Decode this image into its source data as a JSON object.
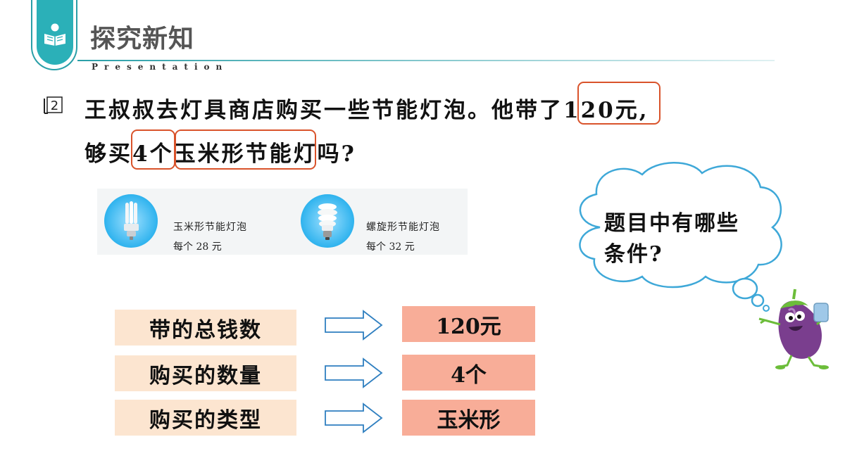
{
  "header": {
    "title": "探究新知",
    "subtitle": "Presentation"
  },
  "problem": {
    "number": "2",
    "line1": "王叔叔去灯具商店购买一些节能灯泡。他带了120元,",
    "line2": "够买4个玉米形节能灯吗?"
  },
  "products": [
    {
      "name": "玉米形节能灯泡",
      "price": "每个 28 元"
    },
    {
      "name": "螺旋形节能灯泡",
      "price": "每个 32 元"
    }
  ],
  "thought_bubble": {
    "text": "题目中有哪些条件?"
  },
  "conditions": [
    {
      "label": "带的总钱数",
      "value": "120元"
    },
    {
      "label": "购买的数量",
      "value": "4个"
    },
    {
      "label": "购买的类型",
      "value": "玉米形"
    }
  ],
  "colors": {
    "accent_teal": "#2bb0b8",
    "highlight_border": "#d9532b",
    "label_bg": "#fce5d0",
    "value_bg": "#f8ad98",
    "cloud_stroke": "#3ea8d8"
  }
}
